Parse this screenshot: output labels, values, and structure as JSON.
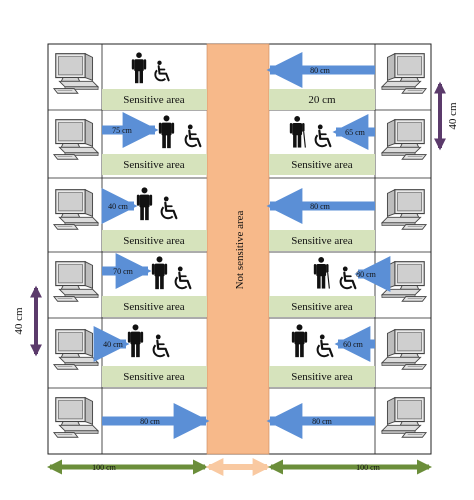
{
  "labels": {
    "sensitive_area": "Sensitive area",
    "not_sensitive_area": "Not sensitive area",
    "row1_right_green": "20 cm"
  },
  "arrows": {
    "row1_right": "80 cm",
    "row2_left": "75 cm",
    "row2_right": "65 cm",
    "row3_left": "40 cm",
    "row3_right": "80 cm",
    "row4_left": "70 cm",
    "row4_right": "80 cm",
    "row5_left": "40 cm",
    "row5_right": "60 cm",
    "row6_left": "80 cm",
    "row6_right": "80 cm"
  },
  "dimensions": {
    "right_vertical": "40 cm",
    "left_vertical": "40 cm",
    "bottom_left": "100 cm",
    "bottom_right": "100 cm"
  },
  "colors": {
    "green_band": "#d6e3bc",
    "center_column": "#f7b98a",
    "blue_arrow": "#5b8fd6",
    "purple_arrow": "#5b3a6b",
    "bottom_green_arrow": "#6b8e3a",
    "bottom_peach_arrow": "#f9c9a1"
  }
}
